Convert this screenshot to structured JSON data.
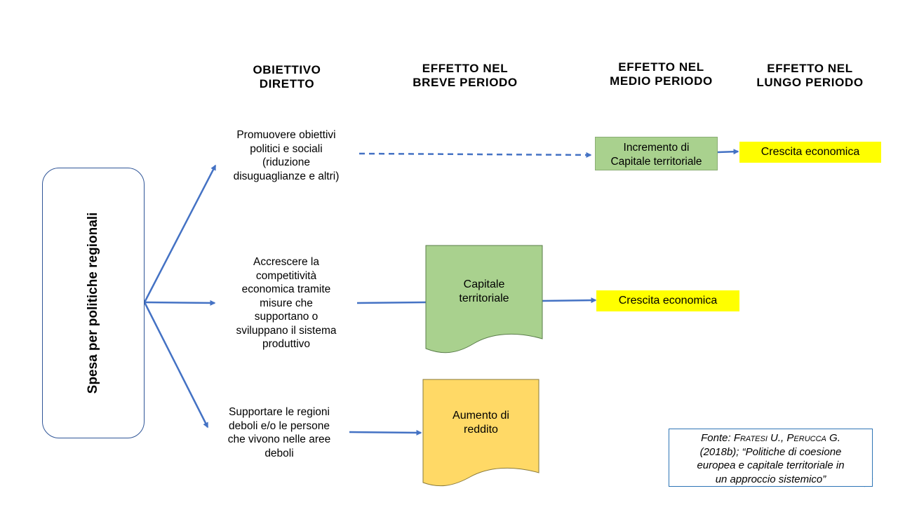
{
  "headers": {
    "col1": [
      "OBIETTIVO",
      "DIRETTO"
    ],
    "col2": [
      "EFFETTO NEL",
      "BREVE PERIODO"
    ],
    "col3": [
      "EFFETTO NEL",
      "MEDIO PERIODO"
    ],
    "col4": [
      "EFFETTO NEL",
      "LUNGO PERIODO"
    ]
  },
  "source_node": "Spesa per politiche regionali",
  "objectives": {
    "top": [
      "Promuovere obiettivi",
      "politici e sociali",
      "(riduzione",
      "disuguaglianze e altri)"
    ],
    "middle": [
      "Accrescere la",
      "competitività",
      "economica tramite",
      "misure che",
      "supportano o",
      "sviluppano il sistema",
      "produttivo"
    ],
    "bottom": [
      "Supportare  le regioni",
      "deboli e/o le persone",
      "che vivono nelle aree",
      "deboli"
    ]
  },
  "nodes": {
    "incremento": [
      "Incremento di",
      "Capitale territoriale"
    ],
    "crescita_top": "Crescita economica",
    "capitale": [
      "Capitale",
      "territoriale"
    ],
    "crescita_mid": "Crescita economica",
    "aumento": [
      "Aumento di",
      "reddito"
    ]
  },
  "colors": {
    "arrow": "#4472c4",
    "green": "#a9d18e",
    "yellow": "#ffff00",
    "orange": "#ffd966"
  },
  "citation": {
    "prefix": "Fonte: ",
    "author1": "Fratesi",
    "author1_rest": " U., ",
    "author2": "Perucca",
    "author2_rest": " G.",
    "line2": "(2018b); “Politiche di coesione",
    "line3": "europea e capitale territoriale in",
    "line4": "un approccio sistemico”"
  }
}
